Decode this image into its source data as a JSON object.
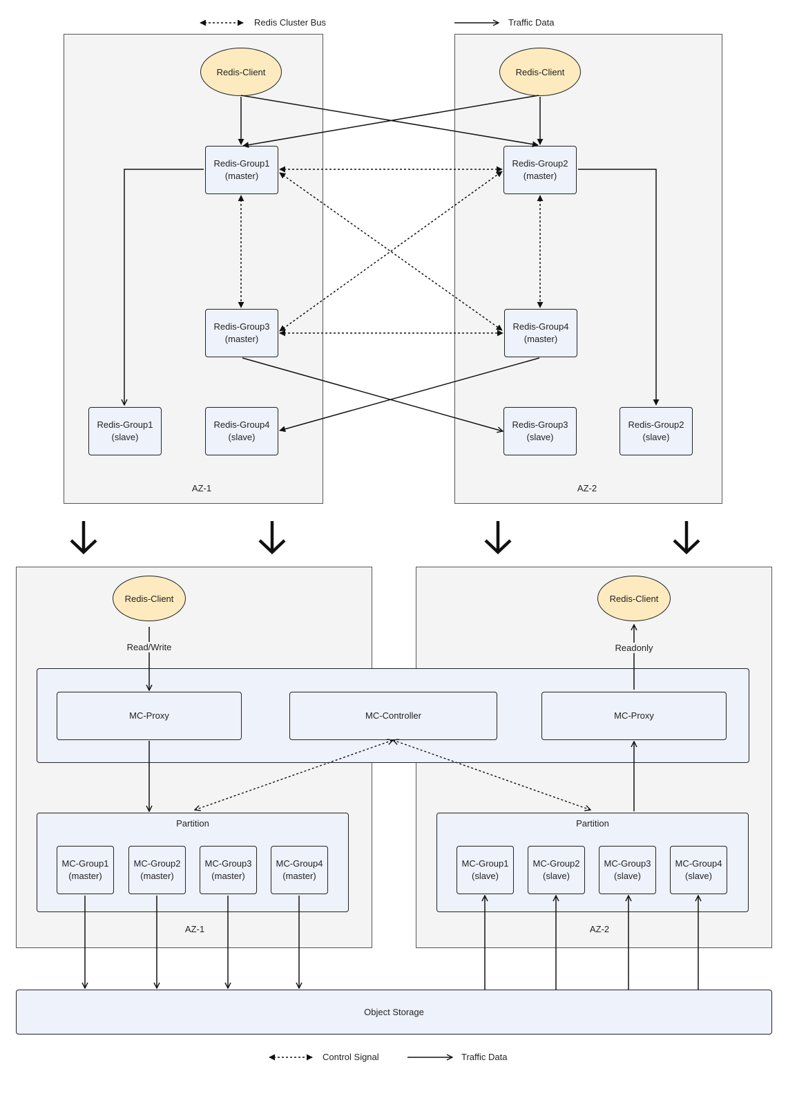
{
  "legend_top": {
    "dashed_label": "Redis Cluster Bus",
    "solid_label": "Traffic Data"
  },
  "legend_bottom": {
    "dashed_label": "Control Signal",
    "solid_label": "Traffic Data"
  },
  "top": {
    "az1": {
      "zone_label": "AZ-1",
      "client": "Redis-Client",
      "group1_master": [
        "Redis-Group1",
        "(master)"
      ],
      "group3_master": [
        "Redis-Group3",
        "(master)"
      ],
      "group1_slave": [
        "Redis-Group1",
        "(slave)"
      ],
      "group4_slave": [
        "Redis-Group4",
        "(slave)"
      ]
    },
    "az2": {
      "zone_label": "AZ-2",
      "client": "Redis-Client",
      "group2_master": [
        "Redis-Group2",
        "(master)"
      ],
      "group4_master": [
        "Redis-Group4",
        "(master)"
      ],
      "group3_slave": [
        "Redis-Group3",
        "(slave)"
      ],
      "group2_slave": [
        "Redis-Group2",
        "(slave)"
      ]
    }
  },
  "bottom": {
    "az1": {
      "zone_label": "AZ-1",
      "client": "Redis-Client",
      "io_label": "Read/Write",
      "proxy": "MC-Proxy",
      "partition_label": "Partition",
      "groups": [
        [
          "MC-Group1",
          "(master)"
        ],
        [
          "MC-Group2",
          "(master)"
        ],
        [
          "MC-Group3",
          "(master)"
        ],
        [
          "MC-Group4",
          "(master)"
        ]
      ]
    },
    "controller": "MC-Controller",
    "az2": {
      "zone_label": "AZ-2",
      "client": "Redis-Client",
      "io_label": "Readonly",
      "proxy": "MC-Proxy",
      "partition_label": "Partition",
      "groups": [
        [
          "MC-Group1",
          "(slave)"
        ],
        [
          "MC-Group2",
          "(slave)"
        ],
        [
          "MC-Group3",
          "(slave)"
        ],
        [
          "MC-Group4",
          "(slave)"
        ]
      ]
    },
    "storage": "Object Storage"
  }
}
